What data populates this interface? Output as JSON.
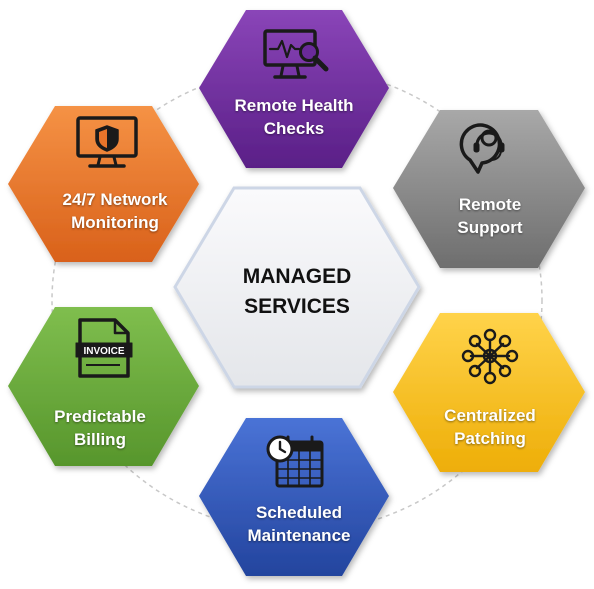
{
  "center": {
    "line1": "MANAGED",
    "line2": "SERVICES"
  },
  "nodes": [
    {
      "line1": "Remote Health",
      "line2": "Checks",
      "color": "#6a2a9a",
      "icon": "monitor-magnifier-icon"
    },
    {
      "line1": "Remote",
      "line2": "Support",
      "color": "#8a8a8a",
      "icon": "headset-icon"
    },
    {
      "line1": "Centralized",
      "line2": "Patching",
      "color": "#f2bb16",
      "icon": "network-nodes-icon"
    },
    {
      "line1": "Scheduled",
      "line2": "Maintenance",
      "color": "#2e55b8",
      "icon": "calendar-clock-icon"
    },
    {
      "line1": "Predictable",
      "line2": "Billing",
      "color": "#66a63a",
      "icon": "invoice-icon"
    },
    {
      "line1": "24/7 Network",
      "line2": "Monitoring",
      "color": "#e8742a",
      "icon": "monitor-shield-icon"
    }
  ],
  "invoice_icon_text": "INVOICE",
  "colors": {
    "center_fill": "#f4f4f6",
    "center_border": "#cdd6e6",
    "icon": "#1a1a1a",
    "ring": "#c8c8c8"
  }
}
